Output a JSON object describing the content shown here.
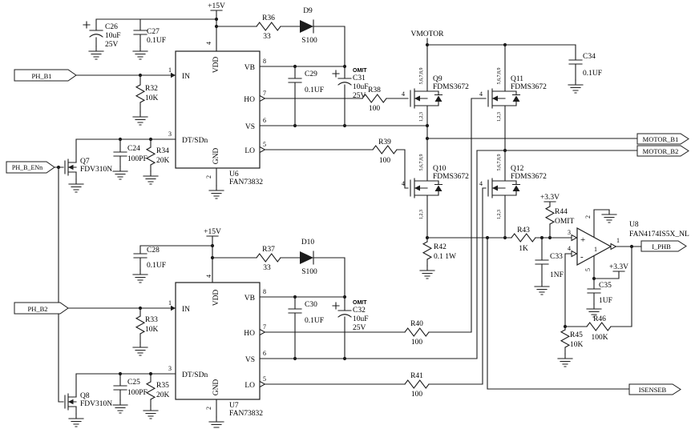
{
  "power": {
    "p15v": "+15V",
    "p3v3": "+3.3V",
    "vmotor": "VMOTOR"
  },
  "nets": {
    "ph_b1": "PH_B1",
    "ph_b_enn": "PH_B_ENn",
    "ph_b2": "PH_B2",
    "motor_b1": "MOTOR_B1",
    "motor_b2": "MOTOR_B2",
    "i_phb": "I_PHB",
    "isenseb": "ISENSEB"
  },
  "gate_driver_pins": {
    "in": "IN",
    "dt_sdn": "DT/SDn",
    "vdd": "VDD",
    "gnd": "GND",
    "vb": "VB",
    "ho": "HO",
    "vs": "VS",
    "lo": "LO",
    "n1": "1",
    "n2": "2",
    "n3": "3",
    "n4": "4",
    "n5": "5",
    "n6": "6",
    "n7": "7",
    "n8": "8"
  },
  "fet_pins": {
    "gate": "4",
    "drain": "5,6,7,8,9",
    "source": "1,2,3"
  },
  "ics": {
    "u6": {
      "ref": "U6",
      "part": "FAN73832"
    },
    "u7": {
      "ref": "U7",
      "part": "FAN73832"
    },
    "u8": {
      "ref": "U8",
      "part": "FAN4174IS5X_NL",
      "plus": "+",
      "minus": "-",
      "inner": "1",
      "n1": "1",
      "n2": "2",
      "n3": "3",
      "n4": "4",
      "n5": "5"
    }
  },
  "transistors": {
    "q7": {
      "ref": "Q7",
      "part": "FDV310N"
    },
    "q8": {
      "ref": "Q8",
      "part": "FDV310N"
    },
    "q9": {
      "ref": "Q9",
      "part": "FDMS3672"
    },
    "q10": {
      "ref": "Q10",
      "part": "FDMS3672"
    },
    "q11": {
      "ref": "Q11",
      "part": "FDMS3672"
    },
    "q12": {
      "ref": "Q12",
      "part": "FDMS3672"
    }
  },
  "diodes": {
    "d9": {
      "ref": "D9",
      "part": "S100"
    },
    "d10": {
      "ref": "D10",
      "part": "S100"
    }
  },
  "capacitors": {
    "c24": {
      "ref": "C24",
      "value": "100PF"
    },
    "c25": {
      "ref": "C25",
      "value": "100PF"
    },
    "c26": {
      "ref": "C26",
      "value": "10uF",
      "rating": "25V"
    },
    "c27": {
      "ref": "C27",
      "value": "0.1UF"
    },
    "c28": {
      "ref": "C28",
      "value": "0.1UF"
    },
    "c29": {
      "ref": "C29",
      "value": "0.1UF"
    },
    "c30": {
      "ref": "C30",
      "value": "0.1UF"
    },
    "c31": {
      "ref": "C31",
      "value": "10uF",
      "rating": "25V",
      "note": "OMIT"
    },
    "c32": {
      "ref": "C32",
      "value": "10uF",
      "rating": "25V",
      "note": "OMIT"
    },
    "c33": {
      "ref": "C33",
      "value": "1NF"
    },
    "c34": {
      "ref": "C34",
      "value": "0.1UF"
    },
    "c35": {
      "ref": "C35",
      "value": "1UF"
    }
  },
  "resistors": {
    "r32": {
      "ref": "R32",
      "value": "10K"
    },
    "r33": {
      "ref": "R33",
      "value": "10K"
    },
    "r34": {
      "ref": "R34",
      "value": "20K"
    },
    "r35": {
      "ref": "R35",
      "value": "20K"
    },
    "r36": {
      "ref": "R36",
      "value": "33"
    },
    "r37": {
      "ref": "R37",
      "value": "33"
    },
    "r38": {
      "ref": "R38",
      "value": "100"
    },
    "r39": {
      "ref": "R39",
      "value": "100"
    },
    "r40": {
      "ref": "R40",
      "value": "100"
    },
    "r41": {
      "ref": "R41",
      "value": "100"
    },
    "r42": {
      "ref": "R42",
      "value": "0.1 1W"
    },
    "r43": {
      "ref": "R43",
      "value": "1K"
    },
    "r44": {
      "ref": "R44",
      "value": "OMIT"
    },
    "r45": {
      "ref": "R45",
      "value": "10K"
    },
    "r46": {
      "ref": "R46",
      "value": "100K"
    }
  }
}
